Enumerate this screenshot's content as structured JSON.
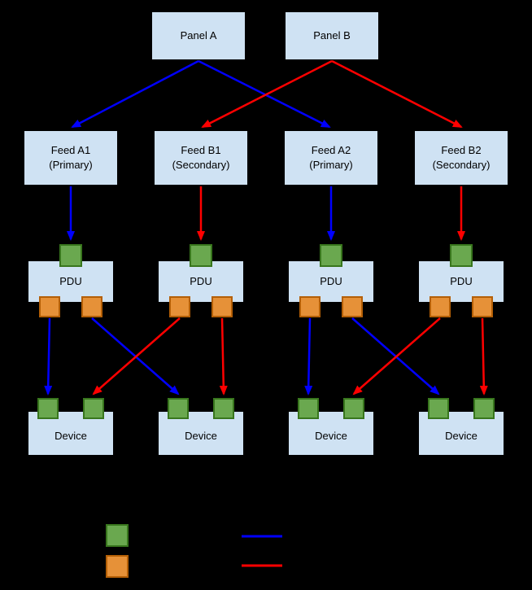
{
  "diagram": {
    "panels": [
      {
        "label": "Panel A"
      },
      {
        "label": "Panel B"
      }
    ],
    "feeds": [
      {
        "name": "Feed A1",
        "role": "(Primary)"
      },
      {
        "name": "Feed B1",
        "role": "(Secondary)"
      },
      {
        "name": "Feed A2",
        "role": "(Primary)"
      },
      {
        "name": "Feed B2",
        "role": "(Secondary)"
      }
    ],
    "pdus": [
      {
        "label": "PDU"
      },
      {
        "label": "PDU"
      },
      {
        "label": "PDU"
      },
      {
        "label": "PDU"
      }
    ],
    "devices": [
      {
        "label": "Device"
      },
      {
        "label": "Device"
      },
      {
        "label": "Device"
      },
      {
        "label": "Device"
      }
    ],
    "colors": {
      "background": "#000000",
      "node_fill": "#cfe2f3",
      "node_text": "#000000",
      "input_port_fill": "#6aa84f",
      "input_port_border": "#38761d",
      "output_port_fill": "#e69138",
      "output_port_border": "#b45f06",
      "primary_feed_arrow": "#0000ff",
      "secondary_feed_arrow": "#ff0000"
    },
    "legend": {
      "input_port_swatch": "#6aa84f",
      "output_port_swatch": "#e69138",
      "primary_line": "#0000ff",
      "secondary_line": "#ff0000"
    }
  }
}
